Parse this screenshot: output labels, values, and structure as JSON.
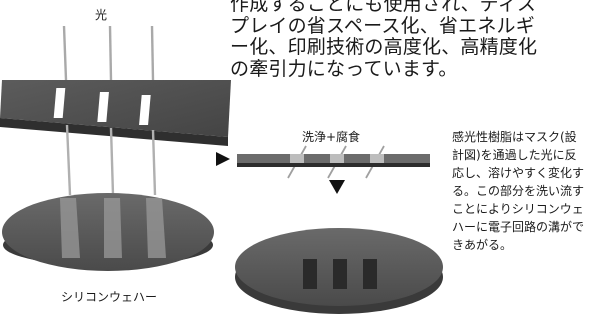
{
  "labels": {
    "light": "光",
    "clean_etch": "洗浄+腐食",
    "silicon_wafer": "シリコンウェハー"
  },
  "intro_lines": [
    "作成することにも使用され、ディス",
    "プレイの省スペース化、省エネルギ",
    "ー化、印刷技術の高度化、高精度化",
    "の牽引力になっています。"
  ],
  "description_lines": [
    "感光性樹脂はマスク(設",
    "計図)を通過した光に反",
    "応し、溶けやすく変化す",
    "る。この部分を洗い流す",
    "ことによりシリコンウェ",
    "ハーに電子回路の溝がで",
    "きあがる。"
  ],
  "colors": {
    "plate": "#555555",
    "wafer": "#5e5e5e",
    "arrow": "#111111"
  }
}
